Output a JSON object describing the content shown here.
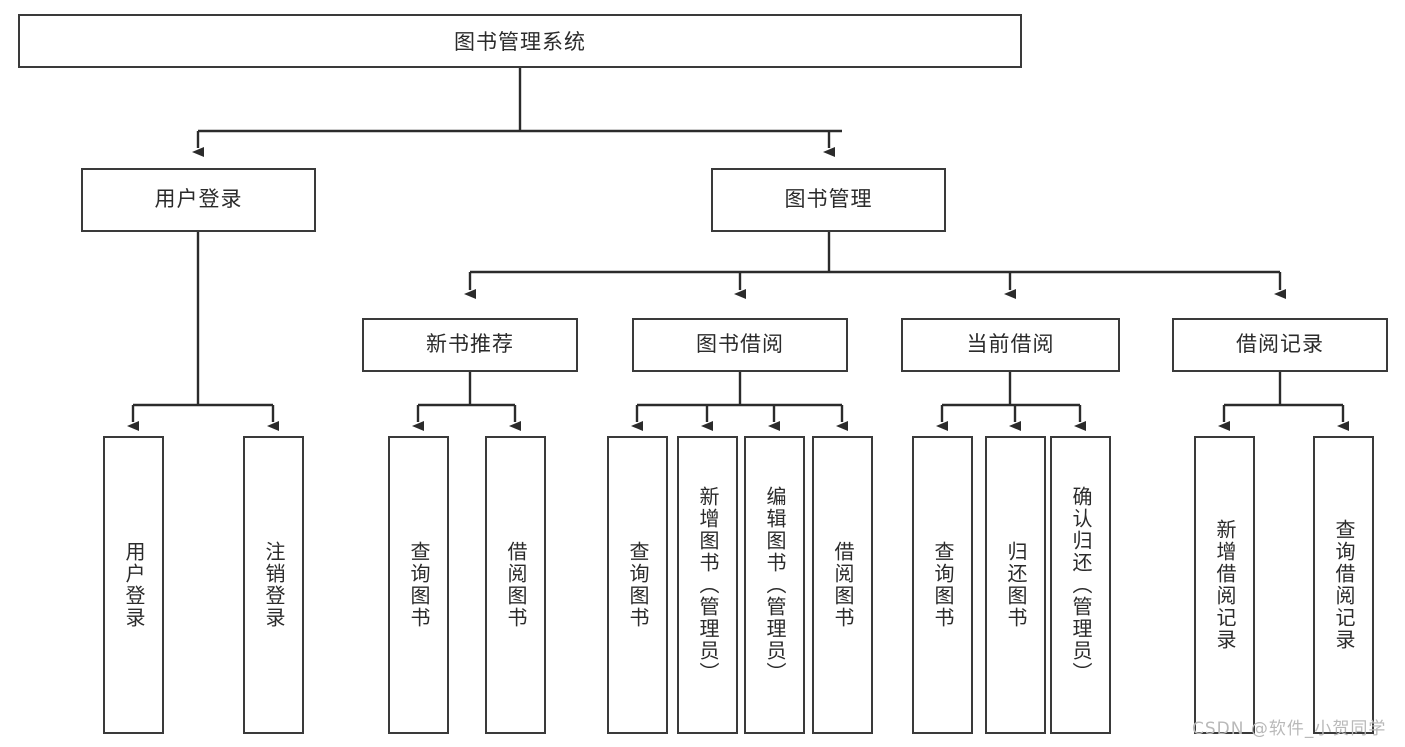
{
  "diagram": {
    "title": "图书管理系统",
    "type": "hierarchy-tree",
    "watermark": "CSDN @软件_小贺同学",
    "colors": {
      "box_border": "#3a3a3a",
      "box_fill": "#ffffff",
      "edge": "#2b2b2b",
      "text": "#2b2b2b",
      "watermark": "#b9b9b9"
    },
    "levels": {
      "level0": [
        {
          "id": "root",
          "label": "图书管理系统",
          "orientation": "horizontal"
        }
      ],
      "level1": [
        {
          "id": "user-login",
          "label": "用户登录",
          "orientation": "horizontal"
        },
        {
          "id": "book-manage",
          "label": "图书管理",
          "orientation": "horizontal"
        }
      ],
      "level2": [
        {
          "id": "new-book-rec",
          "label": "新书推荐",
          "orientation": "horizontal"
        },
        {
          "id": "book-borrow",
          "label": "图书借阅",
          "orientation": "horizontal"
        },
        {
          "id": "current-borrow",
          "label": "当前借阅",
          "orientation": "horizontal"
        },
        {
          "id": "borrow-record",
          "label": "借阅记录",
          "orientation": "horizontal"
        }
      ],
      "level3": [
        {
          "id": "leaf-user-login",
          "label": "用户登录",
          "parent": "user-login",
          "orientation": "vertical"
        },
        {
          "id": "leaf-logout-login",
          "label": "注销登录",
          "parent": "user-login",
          "orientation": "vertical"
        },
        {
          "id": "leaf-query-book-1",
          "label": "查询图书",
          "parent": "new-book-rec",
          "orientation": "vertical"
        },
        {
          "id": "leaf-borrow-book-1",
          "label": "借阅图书",
          "parent": "new-book-rec",
          "orientation": "vertical"
        },
        {
          "id": "leaf-query-book-2",
          "label": "查询图书",
          "parent": "book-borrow",
          "orientation": "vertical"
        },
        {
          "id": "leaf-add-book",
          "label": "新增图书（管理员）",
          "parent": "book-borrow",
          "orientation": "vertical"
        },
        {
          "id": "leaf-edit-book",
          "label": "编辑图书（管理员）",
          "parent": "book-borrow",
          "orientation": "vertical"
        },
        {
          "id": "leaf-borrow-book-2",
          "label": "借阅图书",
          "parent": "book-borrow",
          "orientation": "vertical"
        },
        {
          "id": "leaf-query-book-3",
          "label": "查询图书",
          "parent": "current-borrow",
          "orientation": "vertical"
        },
        {
          "id": "leaf-return-book",
          "label": "归还图书",
          "parent": "current-borrow",
          "orientation": "vertical"
        },
        {
          "id": "leaf-confirm-return",
          "label": "确认归还（管理员）",
          "parent": "current-borrow",
          "orientation": "vertical"
        },
        {
          "id": "leaf-add-record",
          "label": "新增借阅记录",
          "parent": "borrow-record",
          "orientation": "vertical"
        },
        {
          "id": "leaf-query-record",
          "label": "查询借阅记录",
          "parent": "borrow-record",
          "orientation": "vertical"
        }
      ]
    }
  }
}
